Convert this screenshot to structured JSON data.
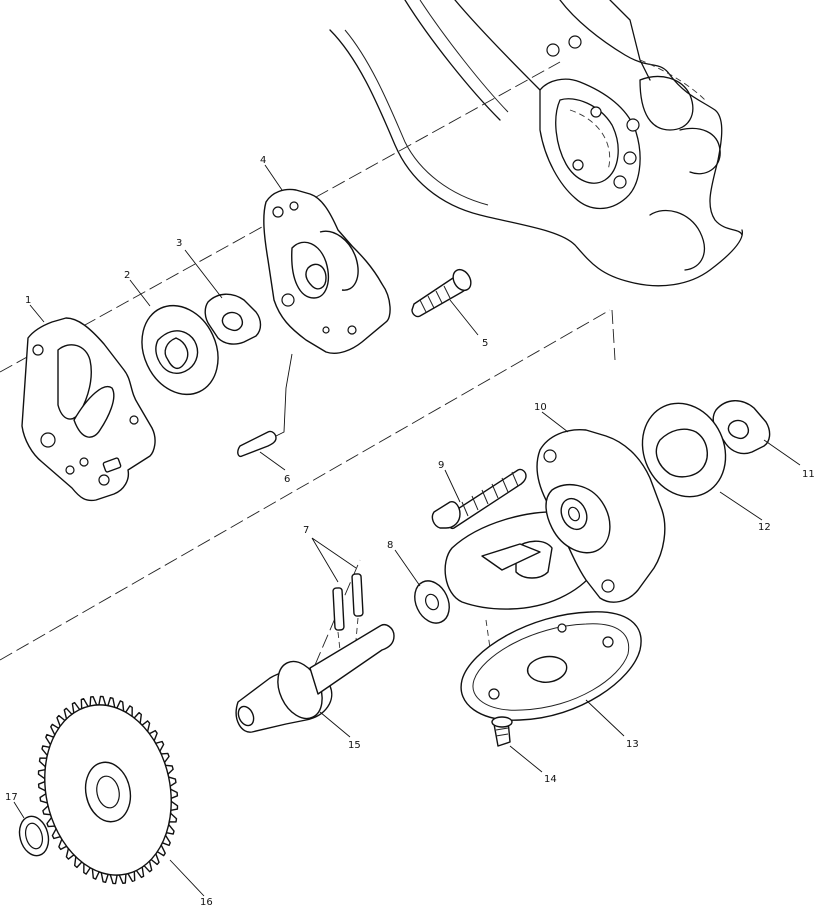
{
  "diagram": {
    "callouts": [
      {
        "id": "1",
        "label": "1"
      },
      {
        "id": "2",
        "label": "2"
      },
      {
        "id": "3",
        "label": "3"
      },
      {
        "id": "4",
        "label": "4"
      },
      {
        "id": "5",
        "label": "5"
      },
      {
        "id": "6",
        "label": "6"
      },
      {
        "id": "7",
        "label": "7"
      },
      {
        "id": "8",
        "label": "8"
      },
      {
        "id": "9",
        "label": "9"
      },
      {
        "id": "10",
        "label": "10"
      },
      {
        "id": "11",
        "label": "11"
      },
      {
        "id": "12",
        "label": "12"
      },
      {
        "id": "13",
        "label": "13"
      },
      {
        "id": "14",
        "label": "14"
      },
      {
        "id": "15",
        "label": "15"
      },
      {
        "id": "16",
        "label": "16"
      },
      {
        "id": "17",
        "label": "17"
      }
    ],
    "colors": {
      "ink": "#111111",
      "background": "#ffffff"
    }
  }
}
